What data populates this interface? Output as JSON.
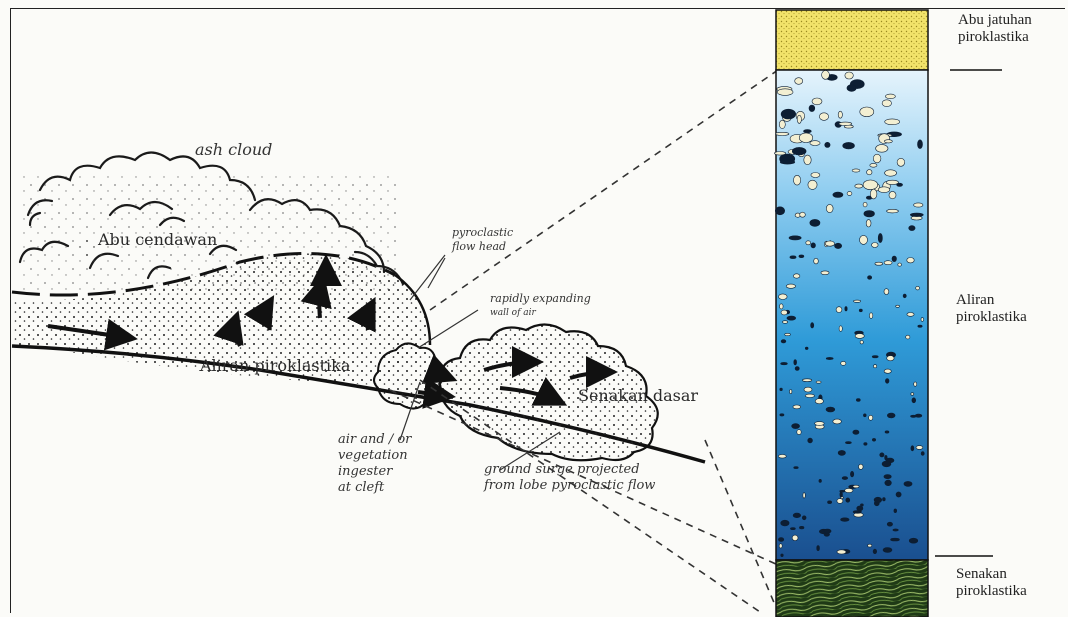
{
  "diagram": {
    "labels": {
      "ash_cloud": "ash cloud",
      "abu_cendawan": "Abu cendawan",
      "aliran_piroklastika_flow": "Aliran piroklastika",
      "pyroclastic_flow_head": [
        "pyroclastic",
        "flow head"
      ],
      "rapidly_expanding": [
        "rapidly expanding",
        "wall of air"
      ],
      "senakan_dasar": "Senakan dasar",
      "air_ingester": [
        "air and / or",
        "vegetation",
        "ingester",
        "at cleft"
      ],
      "ground_surge": [
        "ground surge projected",
        "from lobe pyroclastic flow"
      ]
    },
    "column": {
      "top_label": [
        "Abu jatuhan",
        "piroklastika"
      ],
      "middle_label": [
        "Aliran",
        "piroklastika"
      ],
      "bottom_label": [
        "Senakan",
        "piroklastika"
      ]
    },
    "colors": {
      "ash_fall": "#f2e36a",
      "flow_top": "#dff1fb",
      "flow_mid": "#2f9bd8",
      "flow_bottom": "#1a4f8f",
      "surge": "#1f3a16",
      "ink": "#1a1a1a"
    }
  }
}
